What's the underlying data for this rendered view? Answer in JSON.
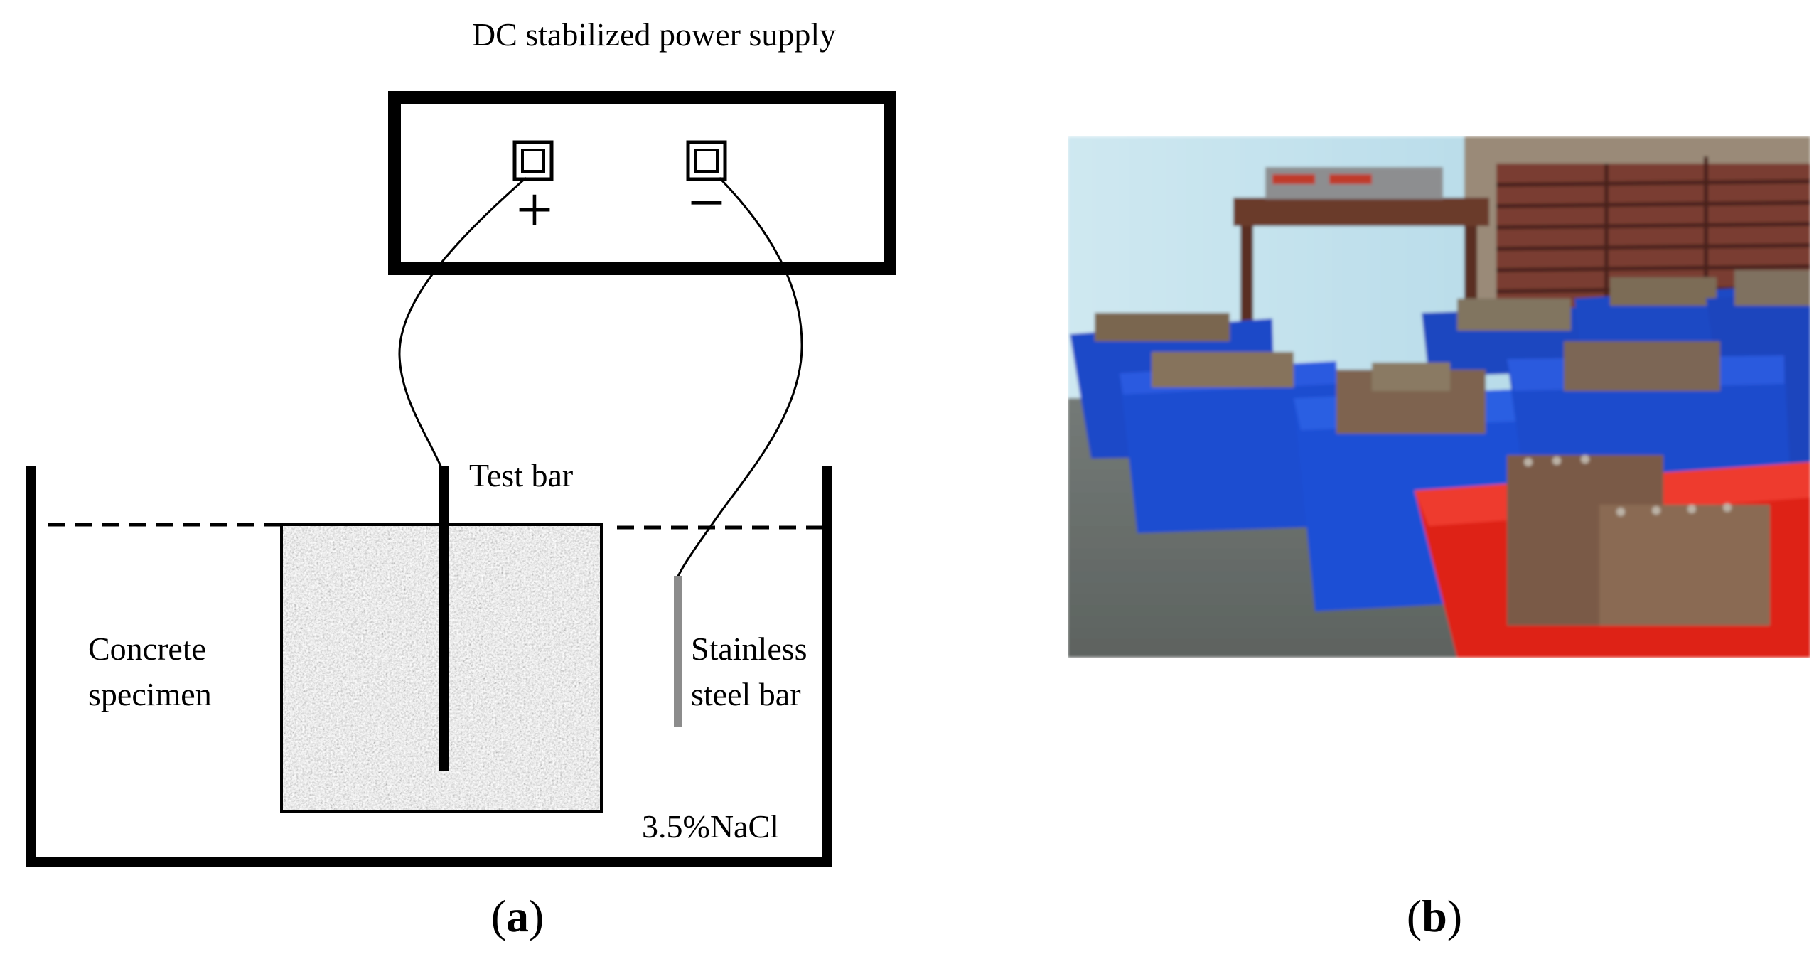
{
  "figure": {
    "panel_a": {
      "power_supply_label": "DC stabilized power supply",
      "positive_terminal": "+",
      "negative_terminal": "−",
      "test_bar_label": "Test bar",
      "concrete_label_line1": "Concrete",
      "concrete_label_line2": "specimen",
      "stainless_label_line1": "Stainless",
      "stainless_label_line2": "steel bar",
      "solution_label": "3.5%NaCl",
      "caption_open": "(",
      "caption_letter": "a",
      "caption_close": ")"
    },
    "panel_b": {
      "caption_open": "(",
      "caption_letter": "b",
      "caption_close": ")",
      "photo_alt": "photo-of-specimens-in-tanks"
    },
    "colors": {
      "line": "#000000",
      "stainless_bar": "#8c8c8c",
      "concrete_base": "#cfcfcf",
      "blue_tank": "#1f4fd0",
      "red_tank": "#e0241c",
      "wall": "#bfe0ec",
      "floor": "#6e7370",
      "rust": "#7a4a36"
    }
  }
}
